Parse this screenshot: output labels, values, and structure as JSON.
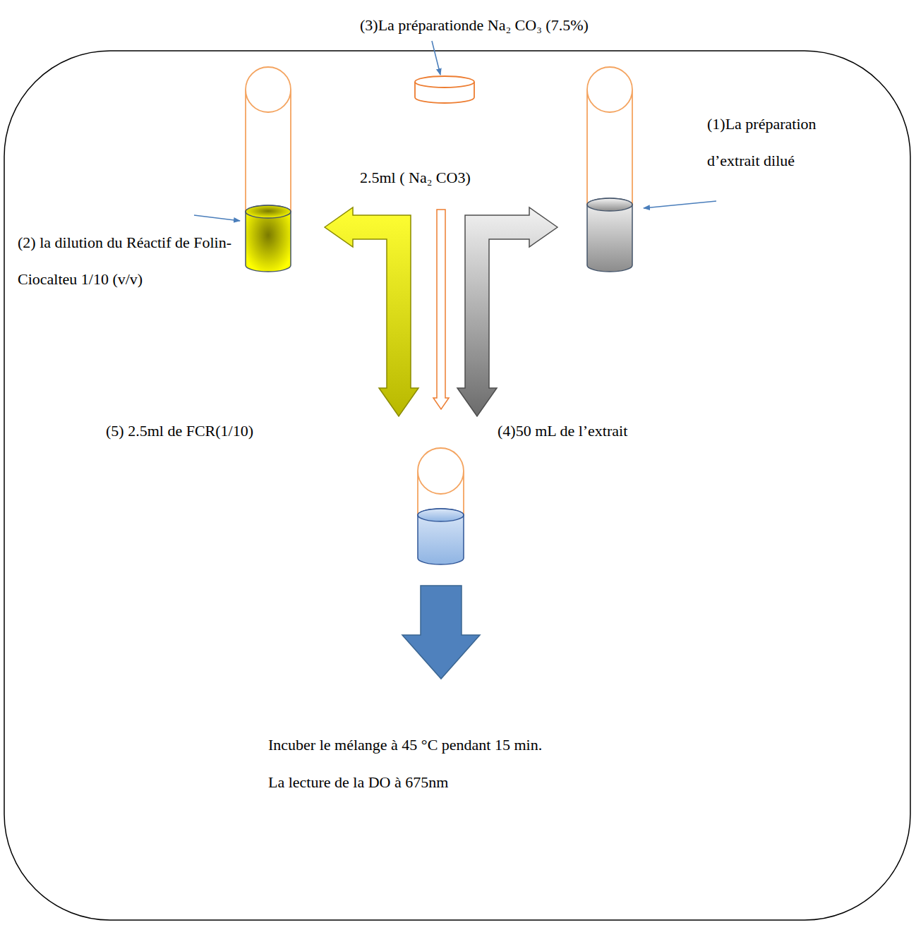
{
  "diagram": {
    "nodes": [
      {
        "text": [
          "(2) la dilution du Réactif de Folin-Ciocalteu 1/10 (v/v)"
        ]
      },
      {
        "text": [
          "(3)La préparationde Na₂ CO₃ (7.5%)"
        ]
      },
      {
        "text": [
          "(1)La préparation d’extrait dilué"
        ]
      },
      {
        "text": [
          "Incuber le mélange à 45 °C pendant 15 min.",
          "La lecture de la DO à 675nm"
        ]
      }
    ],
    "edges": [
      {
        "from": 0,
        "to": 3,
        "arrow": "both",
        "label": "(5) 2.5ml de FCR(1/10)"
      },
      {
        "from": 1,
        "to": 3,
        "arrow": "to",
        "label": "2.5ml ( Na₂ CO3)"
      },
      {
        "from": 2,
        "to": 3,
        "arrow": "both",
        "label": "(4)50 mL de l’extrait"
      }
    ]
  }
}
